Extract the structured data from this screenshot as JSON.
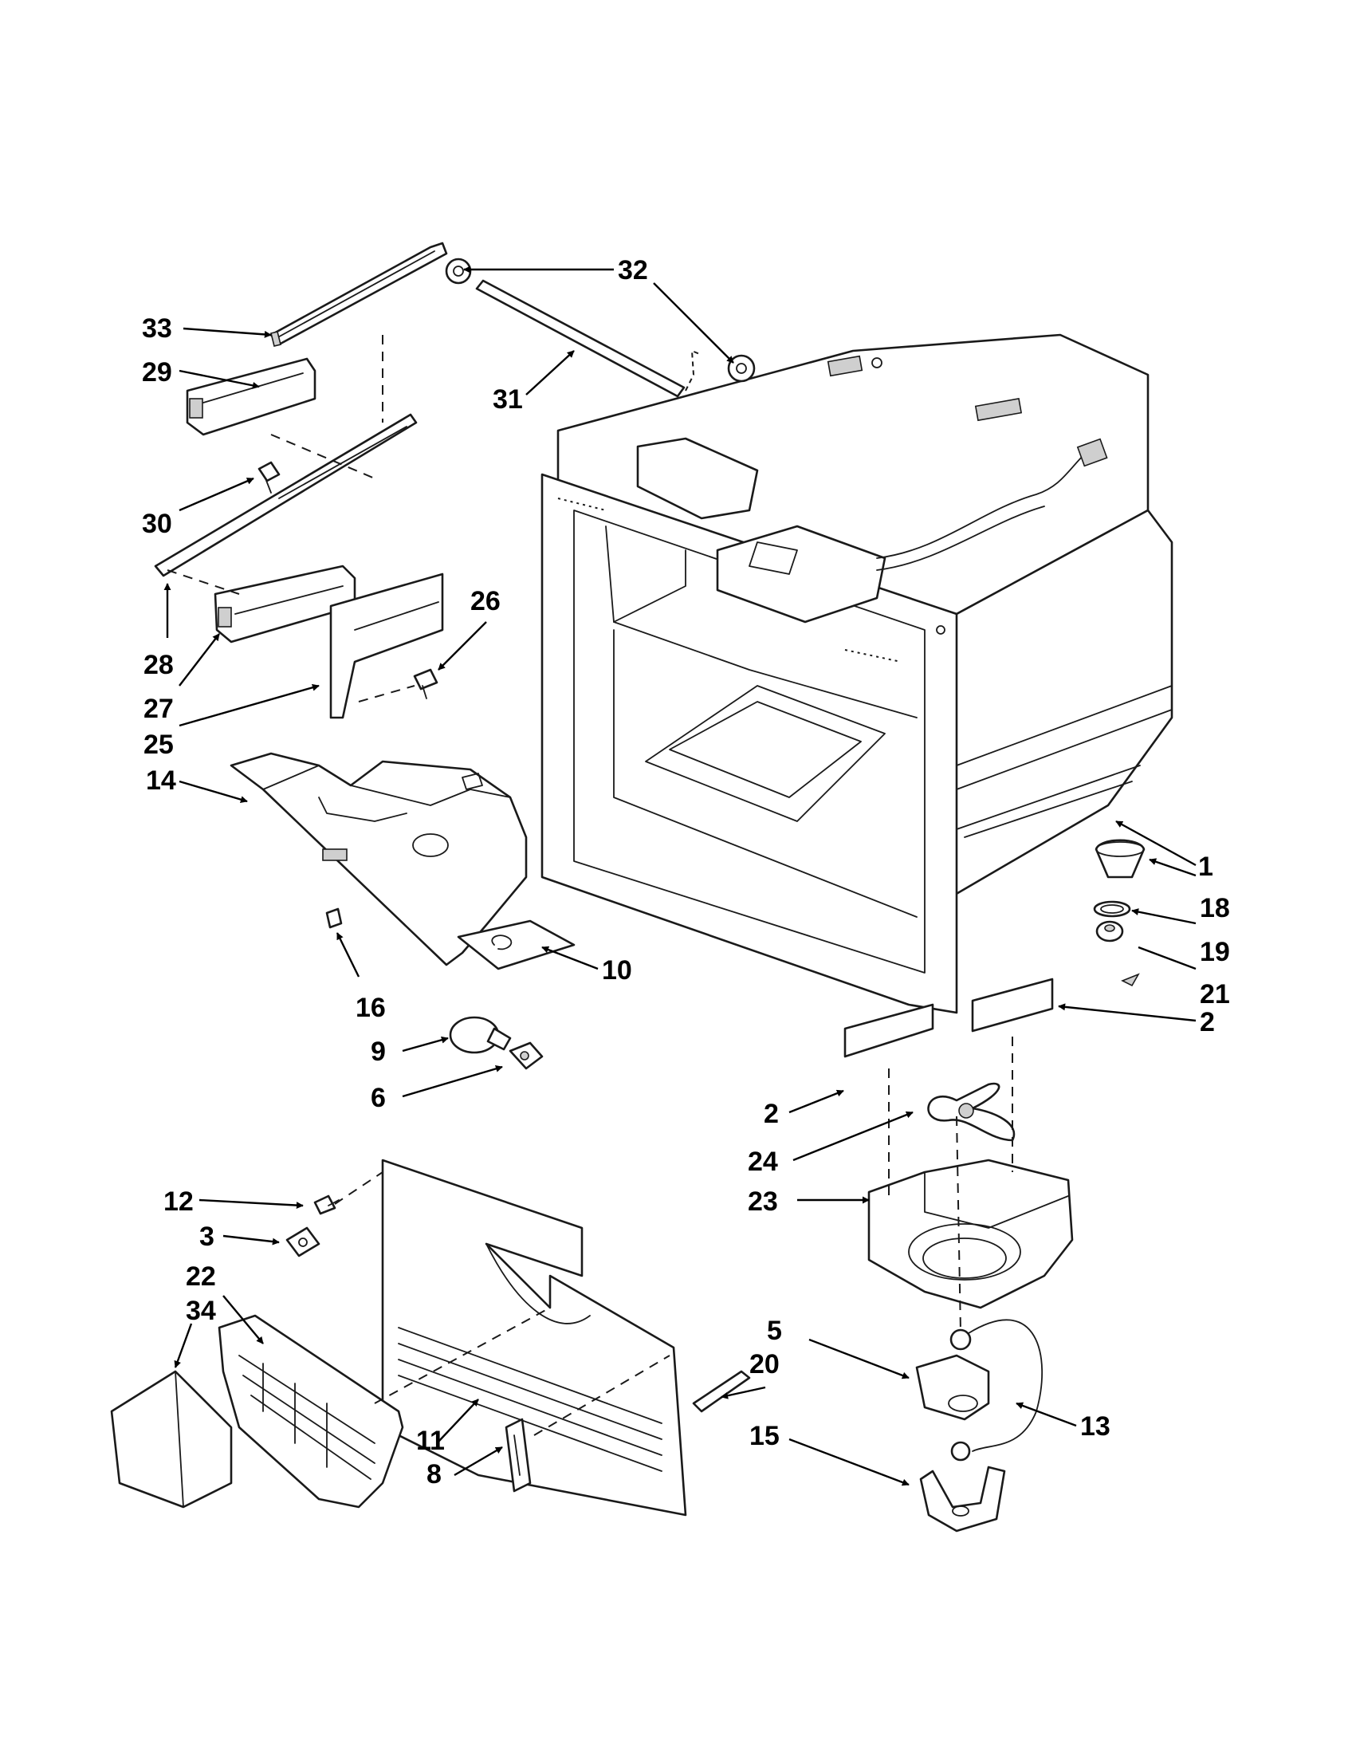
{
  "diagram": {
    "callouts": [
      {
        "id": "c1",
        "text": "1"
      },
      {
        "id": "c2a",
        "text": "2"
      },
      {
        "id": "c2b",
        "text": "2"
      },
      {
        "id": "c3",
        "text": "3"
      },
      {
        "id": "c5",
        "text": "5"
      },
      {
        "id": "c6",
        "text": "6"
      },
      {
        "id": "c8",
        "text": "8"
      },
      {
        "id": "c9",
        "text": "9"
      },
      {
        "id": "c10",
        "text": "10"
      },
      {
        "id": "c11",
        "text": "11"
      },
      {
        "id": "c12",
        "text": "12"
      },
      {
        "id": "c13",
        "text": "13"
      },
      {
        "id": "c14",
        "text": "14"
      },
      {
        "id": "c15",
        "text": "15"
      },
      {
        "id": "c16",
        "text": "16"
      },
      {
        "id": "c18",
        "text": "18"
      },
      {
        "id": "c19",
        "text": "19"
      },
      {
        "id": "c20",
        "text": "20"
      },
      {
        "id": "c21",
        "text": "21"
      },
      {
        "id": "c22",
        "text": "22"
      },
      {
        "id": "c23",
        "text": "23"
      },
      {
        "id": "c24",
        "text": "24"
      },
      {
        "id": "c25",
        "text": "25"
      },
      {
        "id": "c26",
        "text": "26"
      },
      {
        "id": "c27",
        "text": "27"
      },
      {
        "id": "c28",
        "text": "28"
      },
      {
        "id": "c29",
        "text": "29"
      },
      {
        "id": "c30",
        "text": "30"
      },
      {
        "id": "c31",
        "text": "31"
      },
      {
        "id": "c32",
        "text": "32"
      },
      {
        "id": "c33",
        "text": "33"
      },
      {
        "id": "c34",
        "text": "34"
      }
    ]
  }
}
